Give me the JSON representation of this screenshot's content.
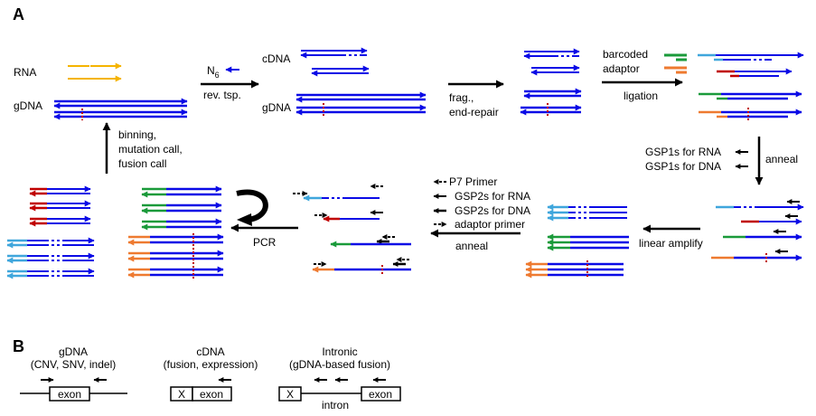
{
  "colors": {
    "blue": "#0a0ae6",
    "light_blue": "#3fa6dc",
    "yellow": "#f5b400",
    "red": "#c00000",
    "green": "#1a9a3a",
    "orange": "#ee7a30",
    "black": "#000000"
  },
  "panel_a": {
    "label": "A",
    "rna_label": "RNA",
    "gdna_label": "gDNA",
    "cdna_label": "cDNA",
    "gdna_label_2": "gDNA",
    "step_rt_n6": "N",
    "step_rt_n6_sub": "6",
    "step_rt": "rev. tsp.",
    "step_frag_1": "frag.,",
    "step_frag_2": "end-repair",
    "step_adaptor_1": "barcoded",
    "step_adaptor_2": "adaptor",
    "step_ligation": "ligation",
    "gsp1_rna": "GSP1s for RNA",
    "gsp1_dna": "GSP1s for DNA",
    "step_anneal_1": "anneal",
    "step_linear": "linear amplify",
    "legend_p7": "P7 Primer",
    "legend_gsp2_rna": "GSP2s for RNA",
    "legend_gsp2_dna": "GSP2s for DNA",
    "legend_adaptor": "adaptor primer",
    "step_anneal_2": "anneal",
    "step_pcr": "PCR",
    "step_analysis_1": "binning,",
    "step_analysis_2": "mutation call,",
    "step_analysis_3": "fusion call"
  },
  "panel_b": {
    "label": "B",
    "gdna_title": "gDNA",
    "gdna_sub": "(CNV, SNV, indel)",
    "cdna_title": "cDNA",
    "cdna_sub": "(fusion, expression)",
    "intronic_title": "Intronic",
    "intronic_sub": "(gDNA-based fusion)",
    "exon": "exon",
    "x": "X",
    "intron": "intron"
  }
}
